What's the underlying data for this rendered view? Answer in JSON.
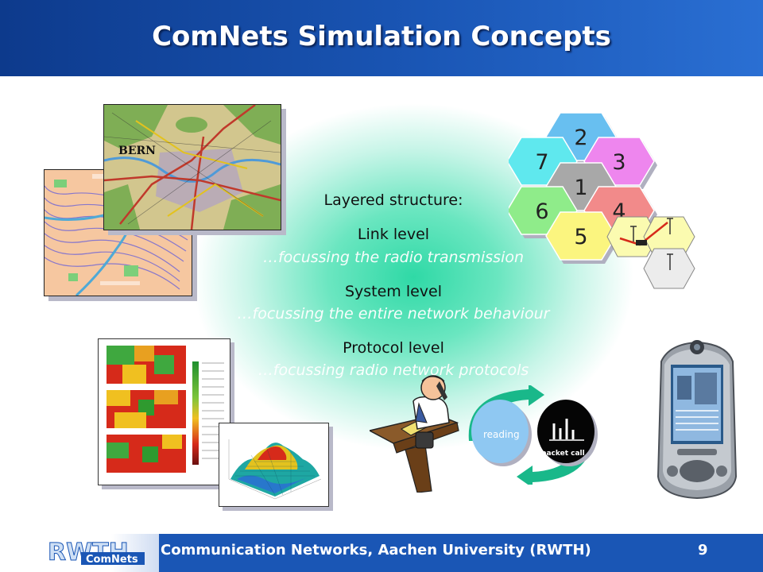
{
  "slide": {
    "title": "ComNets Simulation Concepts",
    "layered": "Layered structure:",
    "link_level": "Link level",
    "link_desc": "…focussing the radio transmission",
    "system_level": "System level",
    "system_desc": "…focussing the entire network behaviour",
    "protocol_level": "Protocol level",
    "protocol_desc": "…focussing radio network protocols"
  },
  "map": {
    "city_label": "BERN"
  },
  "cells": [
    "2",
    "7",
    "3",
    "1",
    "6",
    "4",
    "5"
  ],
  "traffic": {
    "reading_label": "reading",
    "packet_label": "packet call"
  },
  "footer": {
    "logo_text": "RWTH",
    "logo_sub": "ComNets",
    "text": "Communication Networks, Aachen University (RWTH)",
    "page": "9"
  },
  "colors": {
    "header_blue": "#1a56b5",
    "glow": "#2fd9a6"
  }
}
